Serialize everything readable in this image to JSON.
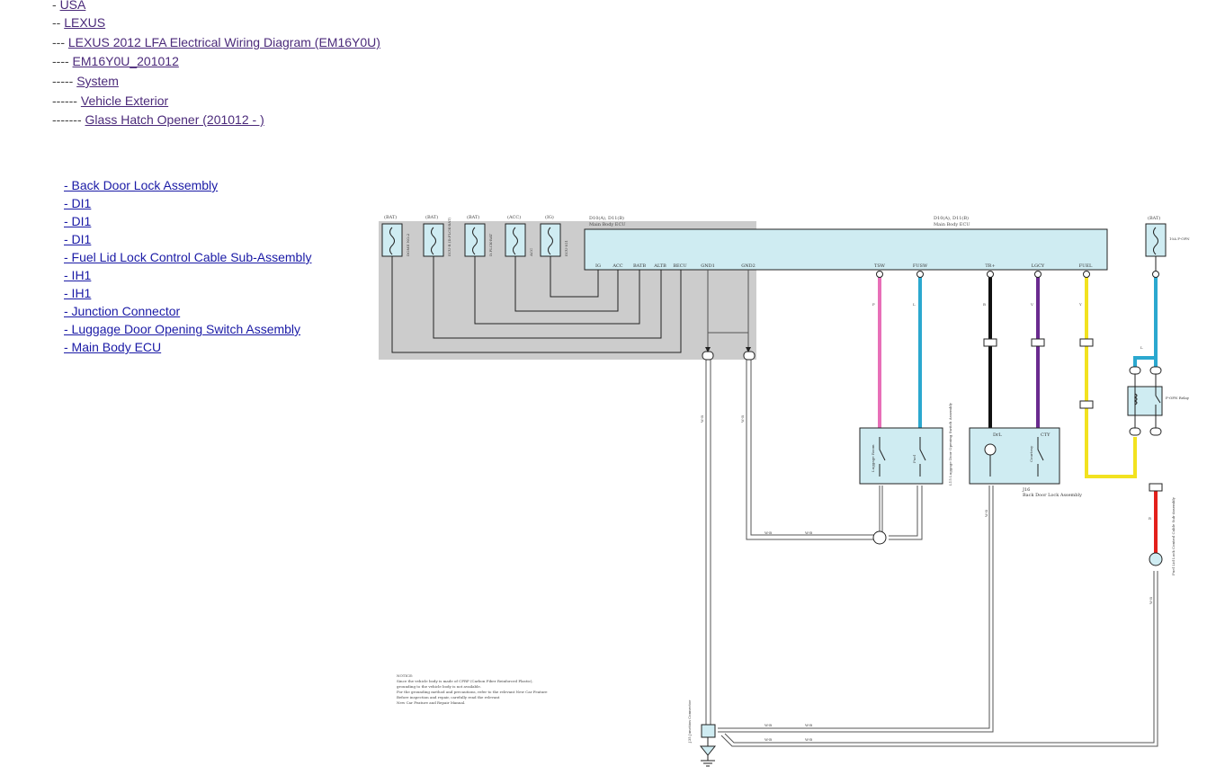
{
  "breadcrumbs": [
    {
      "prefix": "-",
      "label": "USA"
    },
    {
      "prefix": "--",
      "label": "LEXUS"
    },
    {
      "prefix": "---",
      "label": "LEXUS 2012 LFA Electrical Wiring Diagram (EM16Y0U)"
    },
    {
      "prefix": "----",
      "label": "EM16Y0U_201012"
    },
    {
      "prefix": "-----",
      "label": "System"
    },
    {
      "prefix": "------",
      "label": "Vehicle Exterior"
    },
    {
      "prefix": "-------",
      "label": "Glass Hatch Opener (201012 - )"
    }
  ],
  "component_links": [
    "- Back Door Lock Assembly",
    "- DI1",
    "- DI1",
    "- DI1",
    "- Fuel Lid Lock Control Cable Sub-Assembly",
    "- IH1",
    "- IH1",
    "- Junction Connector",
    "- Luggage Door Opening Switch Assembly",
    "- Main Body ECU"
  ],
  "diagram": {
    "fuse_labels": [
      "(BAT)",
      "(BAT)",
      "(BAT)",
      "(ACC)",
      "(IG)"
    ],
    "fuse_names": [
      "DOME NO.2",
      "ECU-B (D.FLCK-BAT)",
      "D.FLCK-BAT",
      "ACC",
      "ECU-IG1"
    ],
    "ecu_left_label": "D10(A), D11(B)",
    "ecu_left_sub": "Main Body ECU",
    "ecu_right_label": "D10(A), D11(B)",
    "ecu_right_sub": "Main Body ECU",
    "ecu_pins_left": [
      "IG",
      "ACC",
      "BATB",
      "ALTB",
      "BECU",
      "GND1",
      "GND2"
    ],
    "ecu_pins_right": [
      "TSW",
      "FUSW",
      "TR+",
      "LGCY",
      "FUEL"
    ],
    "fuse_right_label": "(BAT)",
    "fuse_right_name": "10A F-OPN",
    "relay_label": "F-OPN Relay",
    "switch_luggage_label": "Luggage Room",
    "switch_fuel_label": "Fuel",
    "switch_assembly_label": "L15 Luggage Door Opening Switch Assembly",
    "backdoor_pin_1": "DrL",
    "backdoor_pin_2": "CTY",
    "backdoor_courtesy": "Courtesy",
    "backdoor_label": "J16",
    "backdoor_sub": "Back Door Lock Assembly",
    "fuel_lid_label": "Fuel Lid Lock Control Cable Sub-Assembly",
    "ground_label": "J35 Junction Connector",
    "notice_lines": [
      "NOTICE:",
      "Since the vehicle body is made of CFRP (Carbon Fiber Reinforced Plastic),",
      "grounding to the vehicle body is not available.",
      "For the grounding method and precautions, refer to the relevant New Car Feature",
      "Before inspection and repair, carefully read the relevant",
      "New Car Feature and Repair Manual."
    ],
    "wire_labels": {
      "wb": "W-B",
      "p": "P",
      "l": "L",
      "b": "B",
      "v": "V",
      "y": "Y",
      "r": "R"
    },
    "wire_colors": {
      "pink": "#e86fb8",
      "blue": "#2ba8cf",
      "black": "#111111",
      "purple": "#6a2a8f",
      "yellow": "#f2e21f",
      "red": "#e3201b",
      "grey": "#888888"
    },
    "fill_colors": {
      "component": "#cfecf2",
      "fuse_area": "#cccccc"
    }
  }
}
